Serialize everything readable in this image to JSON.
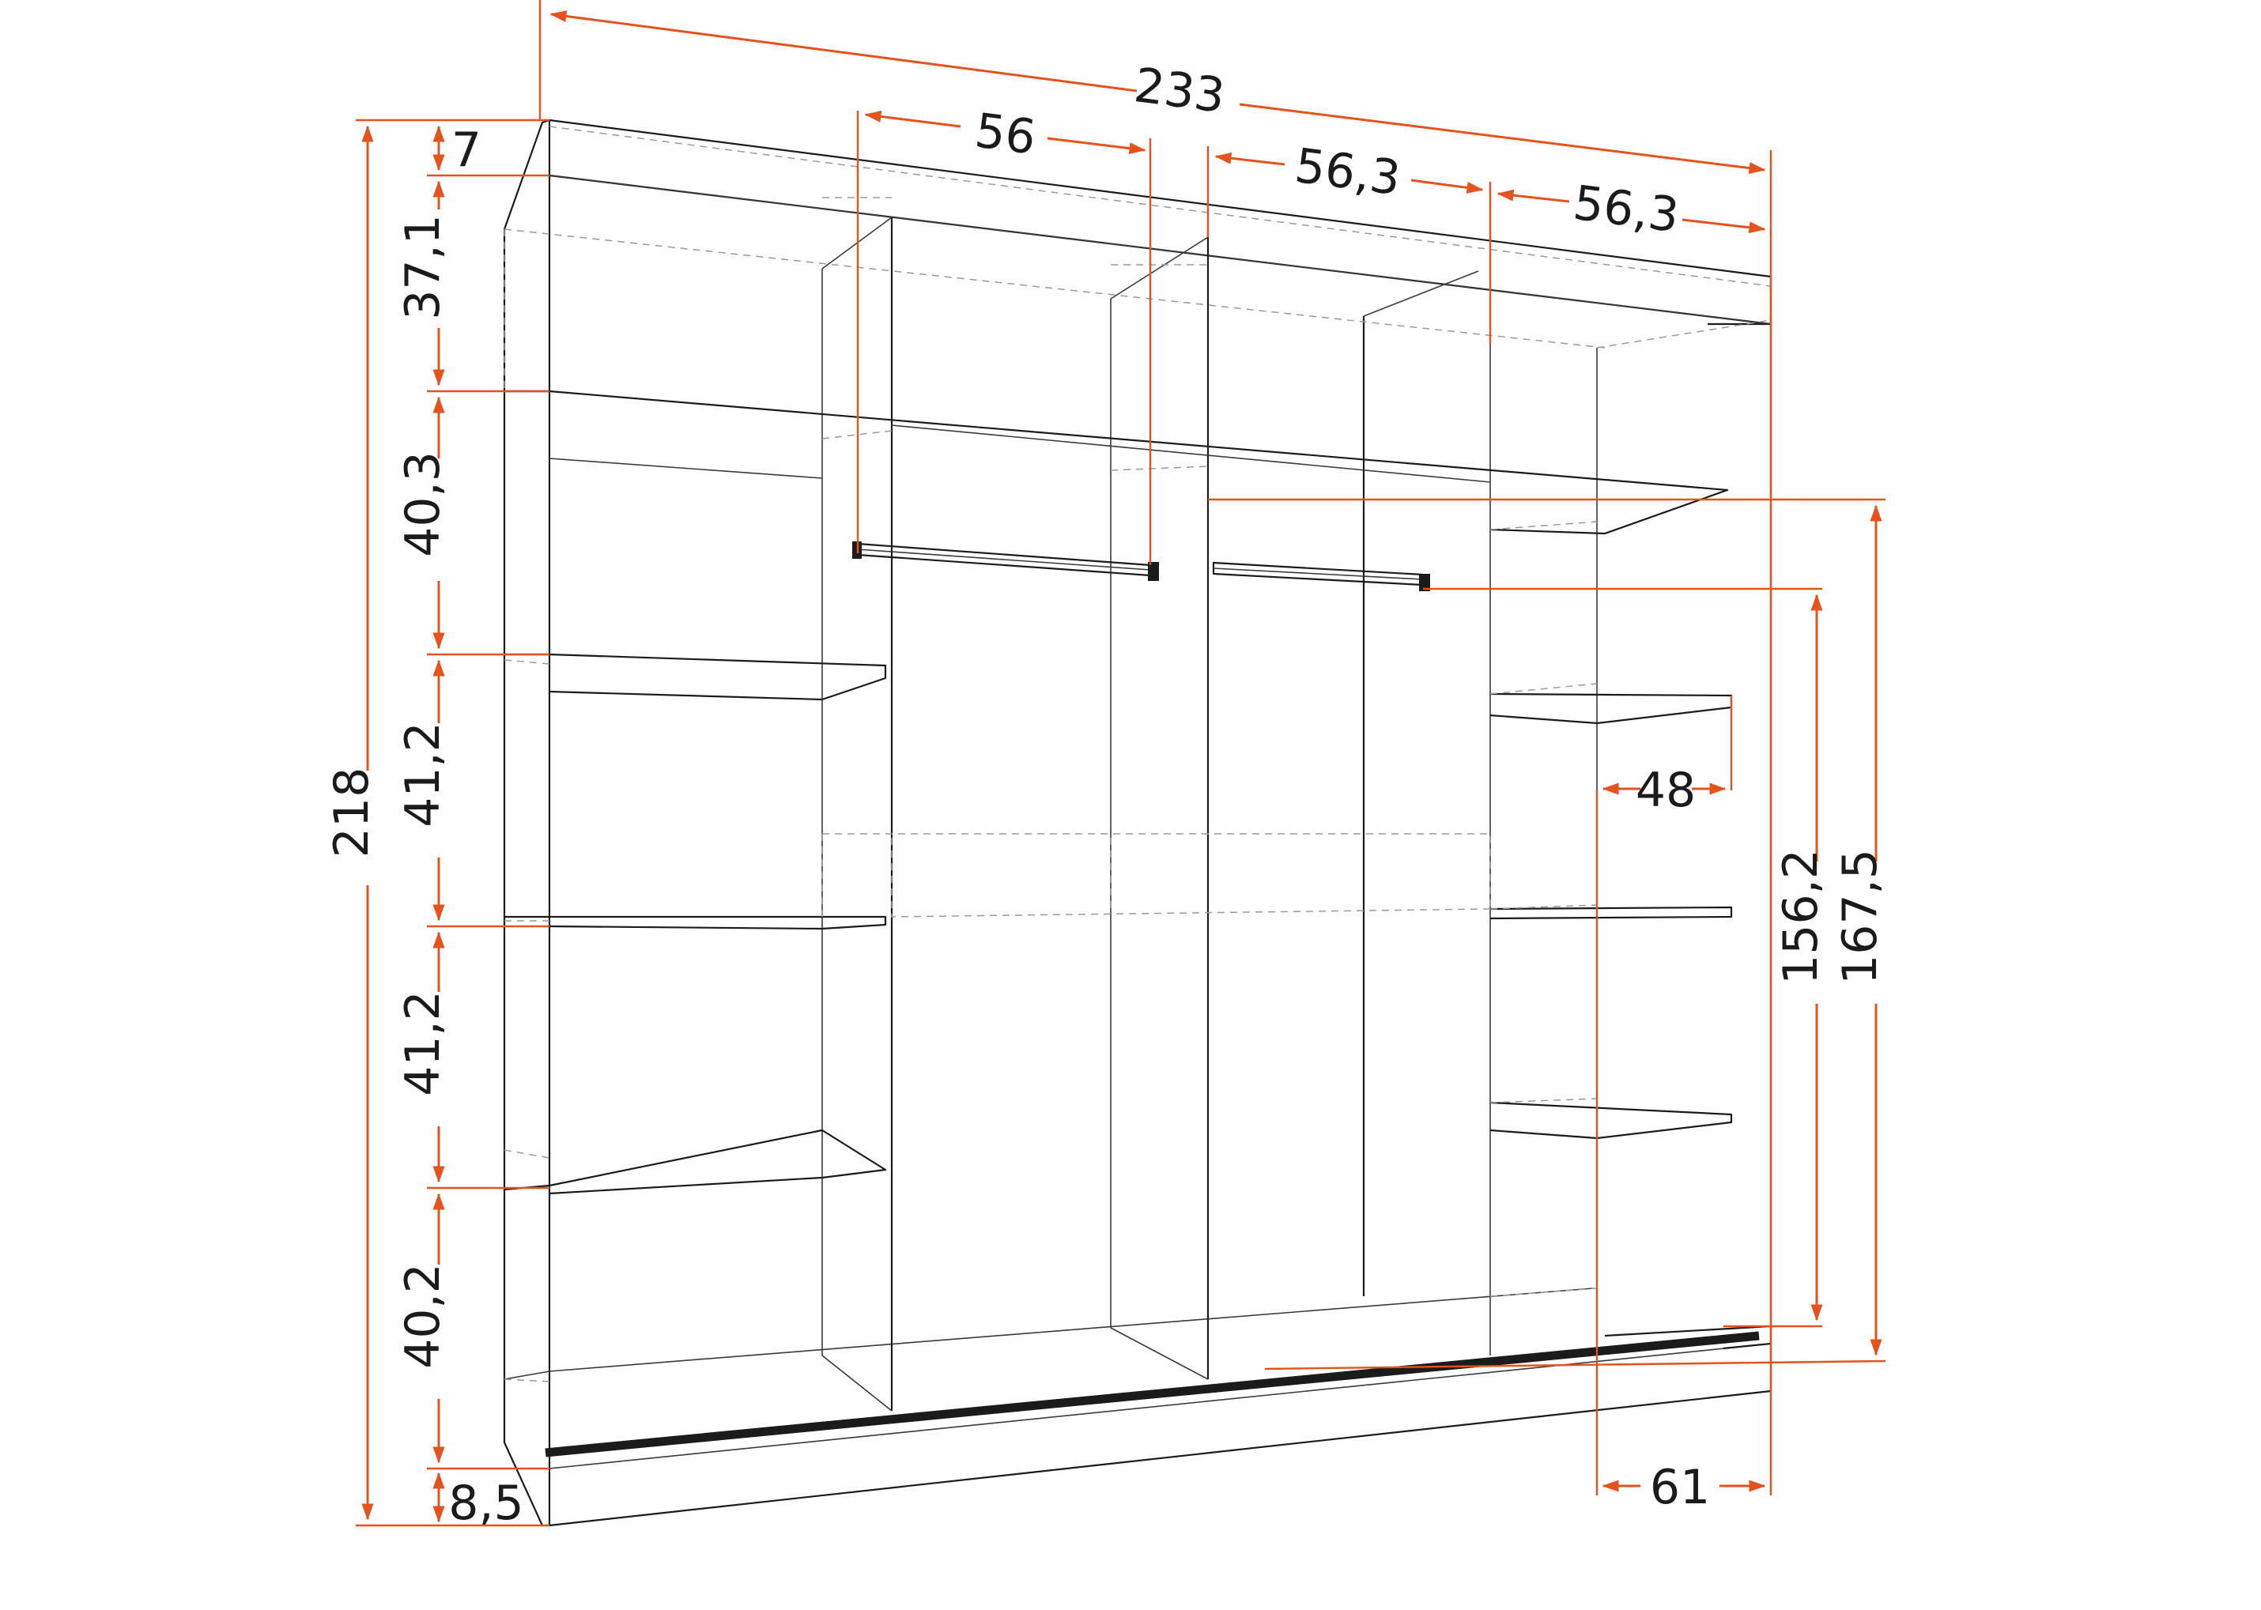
{
  "dimensions": {
    "total_width": "233",
    "section_width_1": "56",
    "section_width_2": "56,3",
    "section_width_3": "56,3",
    "top_panel": "7",
    "left_height_1": "37,1",
    "left_height_2": "40,3",
    "left_height_3": "41,2",
    "left_height_4": "41,2",
    "left_height_5": "40,2",
    "plinth": "8,5",
    "total_height": "218",
    "shelf_depth": "48",
    "rod_height": "156,2",
    "upper_rod_height": "167,5",
    "depth": "61"
  },
  "colors": {
    "dimension": "#e4531e",
    "outline": "#1b1b1b",
    "hidden": "#9a9a9a"
  }
}
